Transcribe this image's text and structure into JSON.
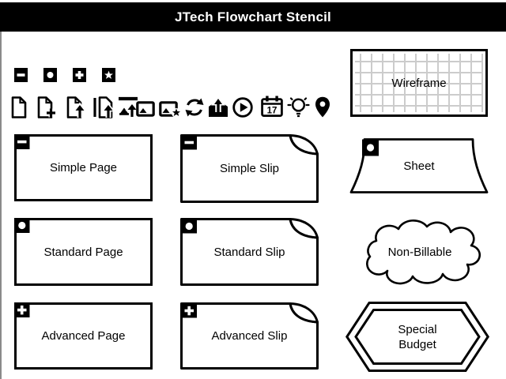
{
  "title": "JTech Flowchart Stencil",
  "toolbar": {
    "badge_icons": [
      "minus",
      "dot",
      "plus",
      "star"
    ],
    "doc_icons": [
      "document",
      "document-add",
      "document-upload",
      "document-export",
      "slide-upload",
      "slide",
      "slide-star",
      "refresh",
      "share-upload",
      "play",
      "calendar",
      "idea-bulb",
      "location-pin"
    ],
    "calendar_day": "17"
  },
  "shapes": {
    "wireframe": {
      "label": "Wireframe"
    },
    "simple_page": {
      "label": "Simple Page",
      "badge": "minus"
    },
    "simple_slip": {
      "label": "Simple Slip",
      "badge": "minus"
    },
    "sheet": {
      "label": "Sheet",
      "badge": "dot"
    },
    "standard_page": {
      "label": "Standard Page",
      "badge": "dot"
    },
    "standard_slip": {
      "label": "Standard Slip",
      "badge": "dot"
    },
    "non_billable": {
      "label": "Non-Billable"
    },
    "advanced_page": {
      "label": "Advanced Page",
      "badge": "plus"
    },
    "advanced_slip": {
      "label": "Advanced Slip",
      "badge": "plus"
    },
    "special_budget": {
      "label": "Special Budget",
      "line1": "Special",
      "line2": "Budget"
    }
  },
  "colors": {
    "titlebar": "#000000",
    "canvas": "#ffffff",
    "ink": "#000000",
    "grid_line": "#cccccc"
  }
}
